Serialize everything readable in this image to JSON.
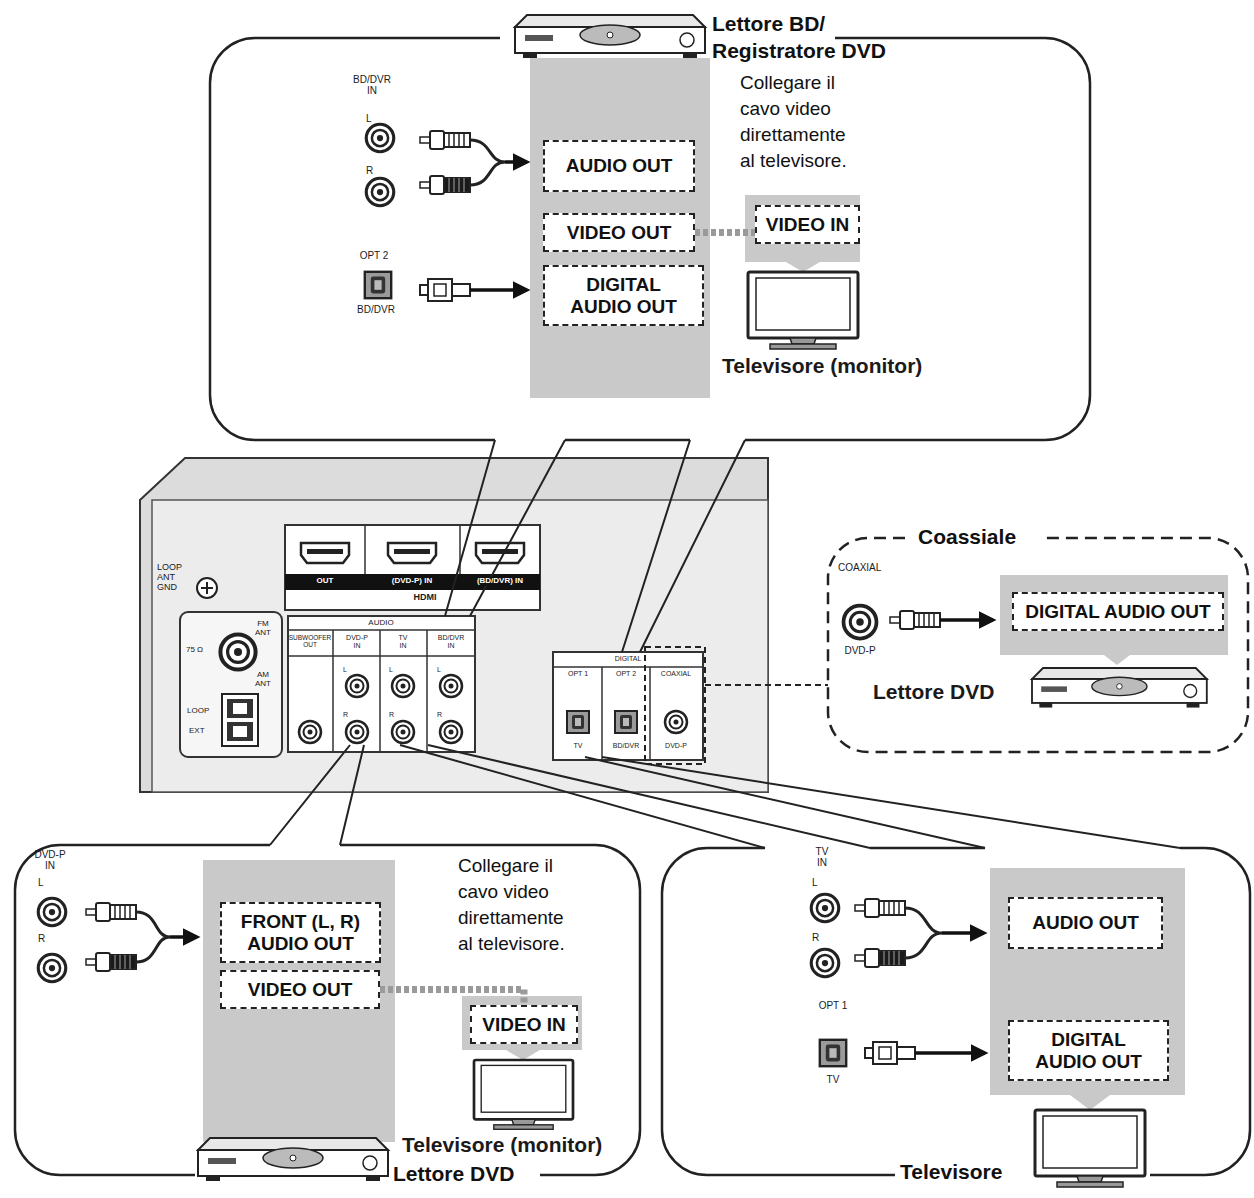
{
  "diagram": {
    "nodes": [
      {
        "text": [
          "Lettore BD/ Registratore DVD",
          "Collegare il cavo video direttamente al televisore."
        ]
      },
      {
        "text": [
          "AUDIO OUT"
        ],
        "in": 0
      },
      {
        "text": [
          "VIDEO OUT"
        ],
        "in": 0
      },
      {
        "text": [
          "DIGITAL AUDIO OUT"
        ],
        "in": 0
      },
      {
        "text": [
          "VIDEO IN"
        ],
        "in": 0
      },
      {
        "text": [
          "Coassiale"
        ]
      },
      {
        "text": [
          "DIGITAL AUDIO OUT"
        ],
        "in": 5
      },
      {
        "text": [
          "Collegare il cavo video direttamente al televisore.",
          "Lettore DVD"
        ]
      },
      {
        "text": [
          "FRONT (L, R) AUDIO OUT"
        ],
        "in": 7
      },
      {
        "text": [
          "VIDEO OUT"
        ],
        "in": 7
      },
      {
        "text": [
          "VIDEO IN"
        ],
        "in": 7
      },
      {
        "text": [
          "Televisore"
        ]
      },
      {
        "text": [
          "AUDIO OUT"
        ],
        "in": 11
      },
      {
        "text": [
          "DIGITAL AUDIO OUT"
        ],
        "in": 11
      }
    ],
    "edges": [
      {
        "from": 2,
        "to": 4,
        "arrow": "none"
      },
      {
        "from": 9,
        "to": 10,
        "arrow": "none"
      }
    ],
    "labels": [
      "BD/DVR IN",
      "L",
      "R",
      "OPT 2",
      "BD/DVR",
      "Televisore (monitor)",
      "LOOP ANT GND",
      "FM ANT",
      "75 Ω",
      "AM ANT",
      "LOOP",
      "EXT",
      "OUT",
      "(DVD-P) IN",
      "(BD/DVR) IN",
      "HDMI",
      "AUDIO",
      "SUBWOOFER OUT",
      "DVD-P IN",
      "TV IN",
      "BD/DVR IN",
      "L",
      "R",
      "L",
      "R",
      "L",
      "R",
      "DIGITAL",
      "OPT 1",
      "OPT 2",
      "COAXIAL",
      "TV",
      "BD/DVR",
      "DVD-P",
      "COAXIAL",
      "DVD-P",
      "Lettore DVD",
      "DVD-P IN",
      "L",
      "R",
      "Televisore (monitor)",
      "TV IN",
      "L",
      "R",
      "OPT 1",
      "TV"
    ]
  }
}
